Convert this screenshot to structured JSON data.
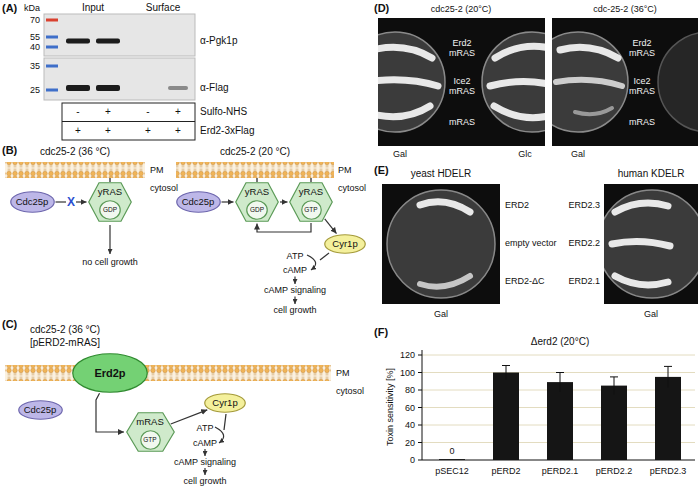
{
  "diagram": {
    "nodes": [
      {
        "text": [
          "Cdc25p"
        ]
      },
      {
        "text": [
          "yRAS"
        ]
      },
      {
        "text": [
          "GDP"
        ],
        "in": 1
      },
      {
        "text": [
          "Cdc25p"
        ]
      },
      {
        "text": [
          "yRAS"
        ]
      },
      {
        "text": [
          "GDP"
        ],
        "in": 4
      },
      {
        "text": [
          "yRAS"
        ]
      },
      {
        "text": [
          "GTP"
        ],
        "in": 6
      },
      {
        "text": [
          "Cyr1p"
        ]
      },
      {
        "text": [
          "Erd2p"
        ]
      },
      {
        "text": [
          "Cdc25p"
        ]
      },
      {
        "text": [
          "mRAS"
        ]
      },
      {
        "text": [
          "GTP"
        ],
        "in": 11
      },
      {
        "text": [
          "Cyr1p"
        ]
      }
    ],
    "edges": [
      {
        "from": 0,
        "to": 1,
        "arrow": "to",
        "label": "X"
      },
      {
        "from": 3,
        "to": 4,
        "arrow": "to"
      },
      {
        "from": 4,
        "to": 6,
        "arrow": "to"
      },
      {
        "from": 6,
        "to": 4,
        "arrow": "to"
      },
      {
        "from": 6,
        "to": 8,
        "arrow": "to"
      },
      {
        "from": 9,
        "to": 11,
        "arrow": "to"
      },
      {
        "from": 11,
        "to": 13,
        "arrow": "to"
      }
    ],
    "labels": [
      "(A)",
      "kDa",
      "Input",
      "Surface",
      "70",
      "55",
      "40",
      "α-Pgk1p",
      "35",
      "25",
      "α-Flag",
      "-",
      "+",
      "-",
      "+",
      "Sulfo-NHS",
      "+",
      "+",
      "+",
      "+",
      "Erd2-3xFlag",
      "(B)",
      "cdc25-2 (36 °C)",
      "PM",
      "cytosol",
      "no cell growth",
      "cdc25-2 (20 °C)",
      "PM",
      "cytosol",
      "ATP",
      "cAMP",
      "cAMP signaling",
      "cell growth",
      "(C)",
      "cdc25-2 (36 °C)",
      "[pERD2-mRAS]",
      "PM",
      "cytosol",
      "ATP",
      "cAMP",
      "cAMP signaling",
      "cell growth",
      "(D)",
      "cdc25-2 (20°C)",
      "Erd2 mRAS",
      "Ice2 mRAS",
      "mRAS",
      "Gal",
      "Glc",
      "cdc-25-2 (36°C)",
      "Erd2 mRAS",
      "Ice2 mRAS",
      "mRAS",
      "Gal",
      "(E)",
      "yeast HDELR",
      "ERD2",
      "empty vector",
      "ERD2-ΔC",
      "Gal",
      "human KDELR",
      "ERD2.3",
      "ERD2.2",
      "ERD2.1",
      "Gal",
      "(F)",
      "Δerd2 (20°C)",
      "Toxin sensitivity [%]",
      "120",
      "100",
      "80",
      "60",
      "40",
      "20",
      "0",
      "0",
      "pSEC12",
      "pERD2",
      "pERD2.1",
      "pERD2.2",
      "pERD2.3"
    ]
  }
}
